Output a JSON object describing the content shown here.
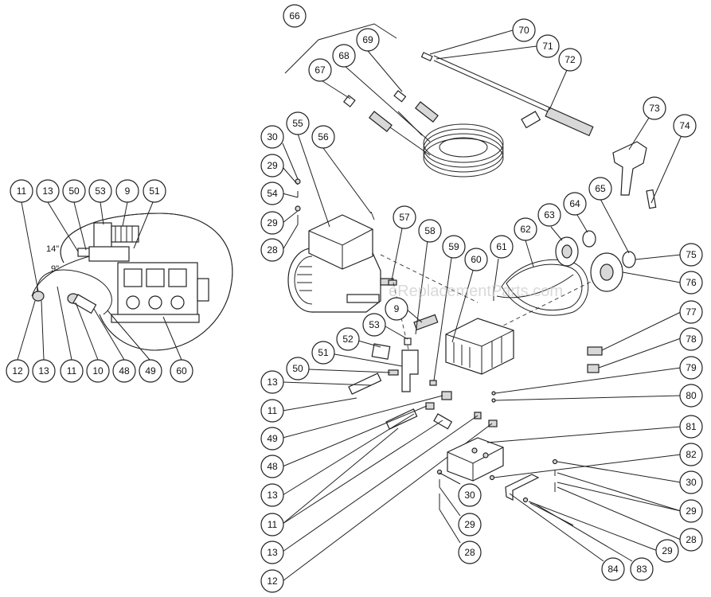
{
  "watermark": "eReplacementParts.com",
  "dimensions": {
    "hose_long": "14\"",
    "hose_short": "9\""
  },
  "callouts": {
    "inset": [
      "11",
      "13",
      "50",
      "53",
      "9",
      "51",
      "12",
      "13",
      "11",
      "10",
      "48",
      "49",
      "60"
    ],
    "hose_gun": [
      "66",
      "67",
      "68",
      "69",
      "70",
      "71",
      "72",
      "73",
      "74"
    ],
    "motor": [
      "55",
      "56",
      "30",
      "29",
      "54",
      "29",
      "28",
      "57"
    ],
    "pump": [
      "58",
      "59",
      "60",
      "61",
      "62",
      "63",
      "64",
      "65",
      "75",
      "76",
      "9",
      "53",
      "52",
      "51",
      "50",
      "77",
      "78",
      "79",
      "80"
    ],
    "lower_left": [
      "13",
      "11",
      "49",
      "48",
      "13",
      "11",
      "13",
      "12"
    ],
    "base": [
      "81",
      "82",
      "30",
      "29",
      "28",
      "29",
      "84",
      "83",
      "30",
      "29",
      "28"
    ]
  }
}
